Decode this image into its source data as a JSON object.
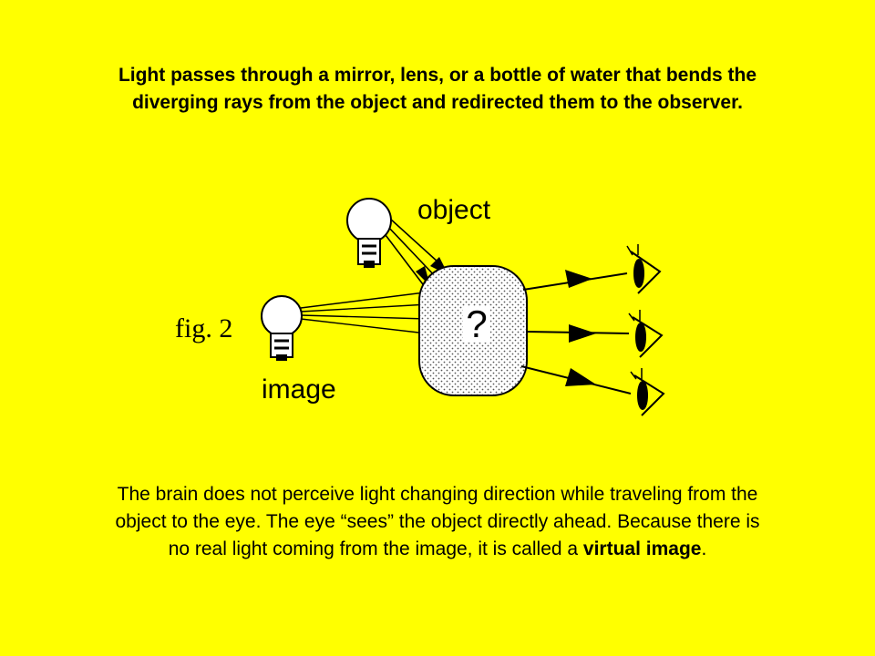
{
  "heading": {
    "line1": "Light passes through a mirror, lens, or a bottle of water that bends the",
    "line2": "diverging rays from the object and redirected them to the observer."
  },
  "figure": {
    "object_label": "object",
    "fig_label": "fig. 2",
    "image_label": "image",
    "unknown_mark": "?"
  },
  "caption": {
    "line1": "The brain does not perceive light changing direction while traveling from the",
    "line2": "object to the eye. The eye “sees” the object directly ahead.  Because there is",
    "line3_before": "no real light coming from the image, it is called a ",
    "line3_emph": "virtual image",
    "line3_after": "."
  },
  "colors": {
    "background": "#ffff00",
    "bulb_glass": "#ffffff",
    "lens_fill": "#e8e8e8",
    "ink": "#000000"
  }
}
